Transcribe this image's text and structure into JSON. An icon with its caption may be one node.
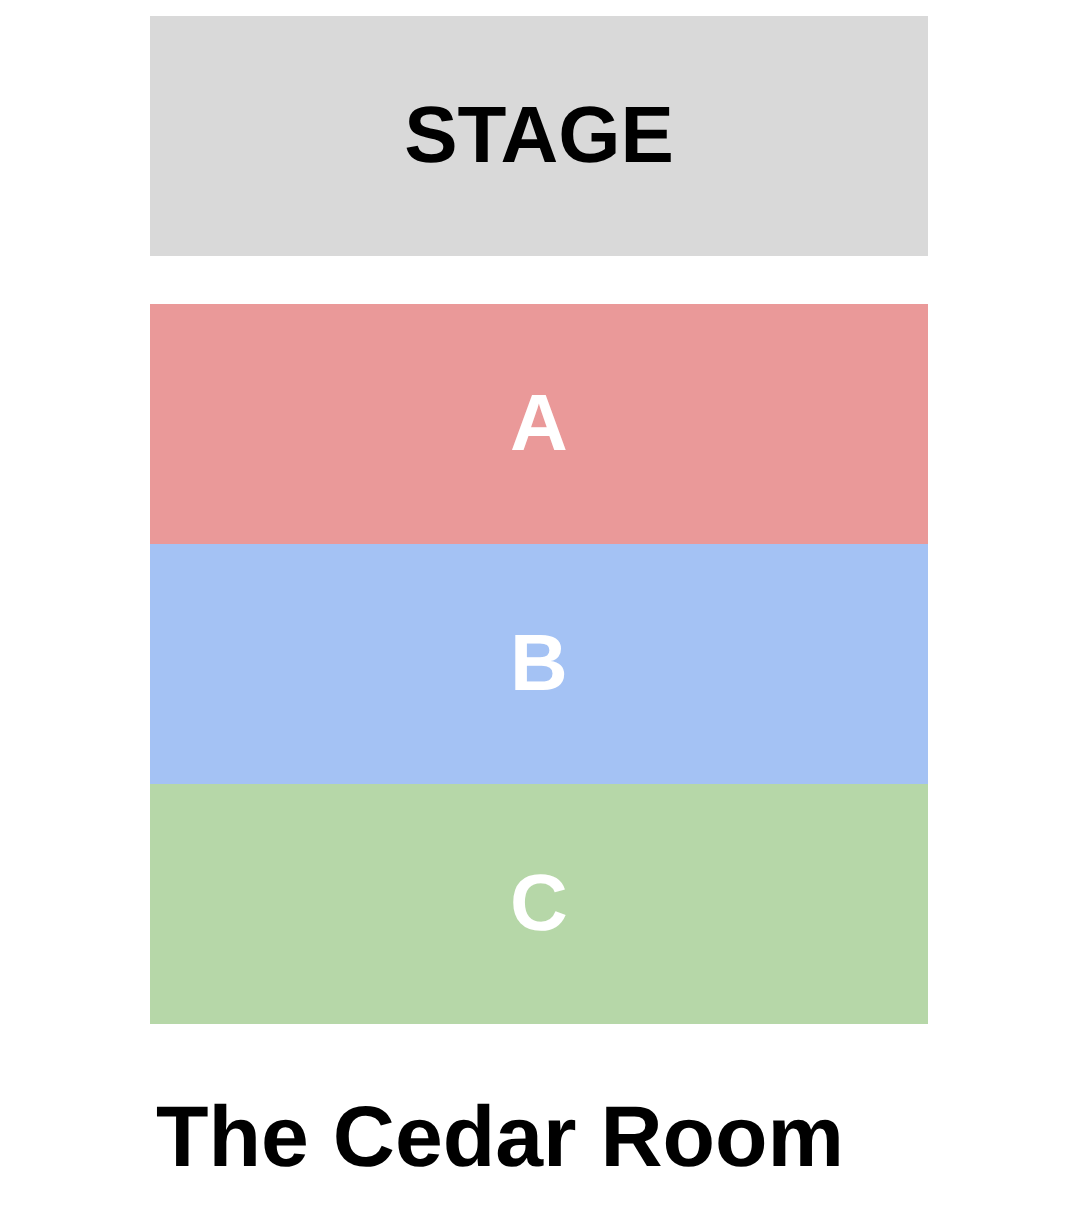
{
  "diagram": {
    "title": "The Cedar Room",
    "nodes": [
      {
        "text": [
          "STAGE"
        ]
      },
      {
        "text": [
          "A"
        ]
      },
      {
        "text": [
          "B"
        ]
      },
      {
        "text": [
          "C"
        ]
      }
    ],
    "edges": []
  }
}
